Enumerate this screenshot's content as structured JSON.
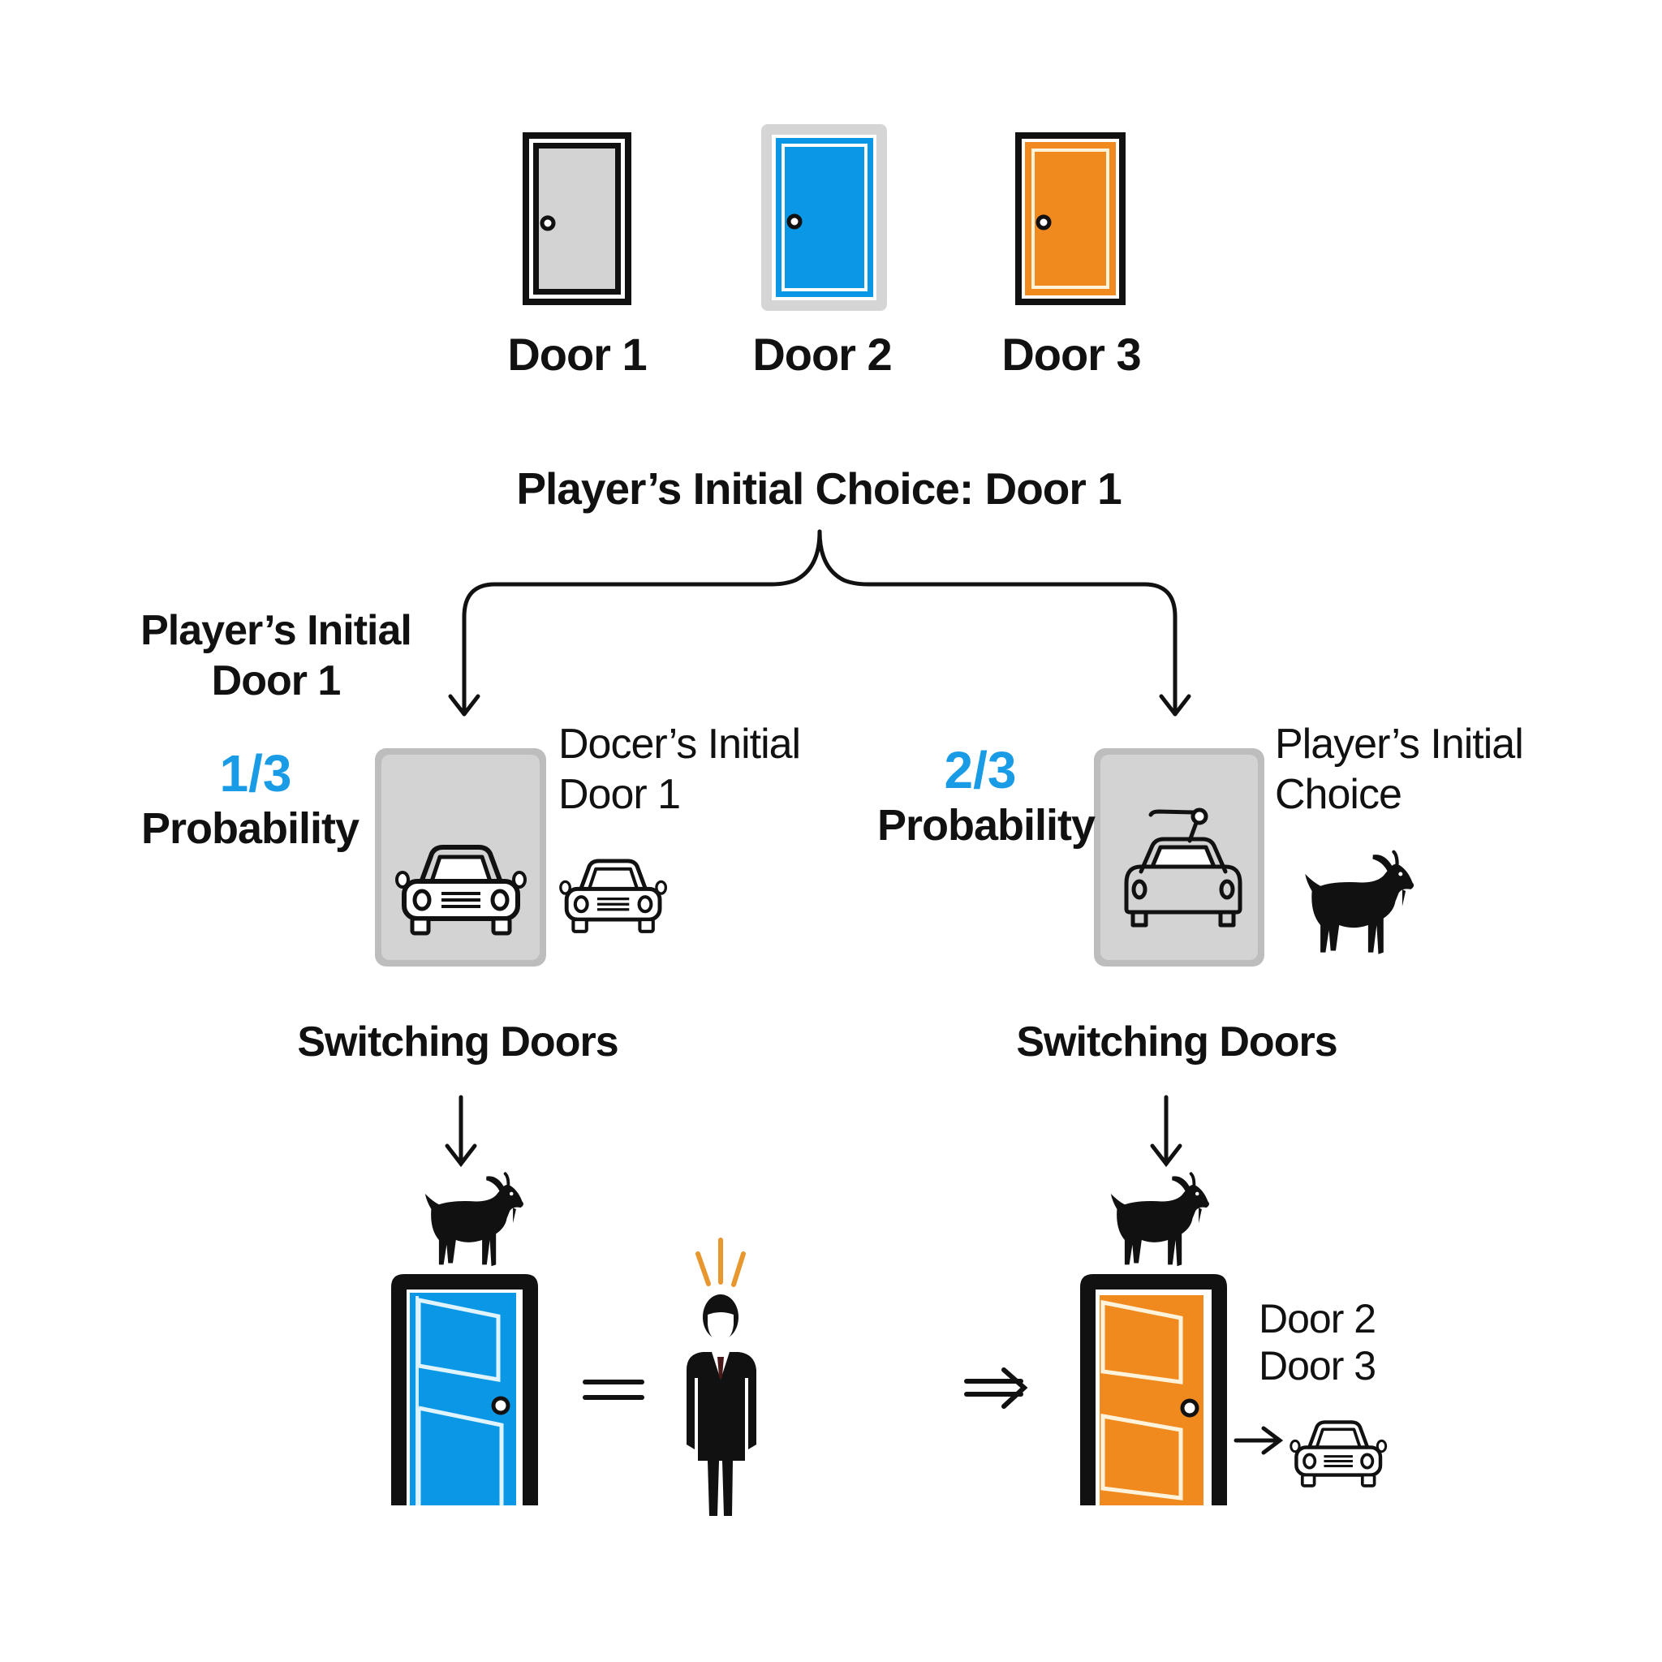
{
  "colors": {
    "blue": "#0A97E6",
    "orange": "#F08A1E",
    "gray_door": "#D3D3D3",
    "panel_gray": "#D0D0D0",
    "ink": "#111111",
    "accent_text_blue": "#1A9BE6"
  },
  "top_doors": [
    {
      "label": "Door 1",
      "color": "gray"
    },
    {
      "label": "Door 2",
      "color": "blue"
    },
    {
      "label": "Door 3",
      "color": "orange"
    }
  ],
  "title": "Player’s Initial Choice: Door 1",
  "left_branch": {
    "heading_line1": "Player’s Initial",
    "heading_line2": "Door 1",
    "probability": "1/3",
    "probability_word": "Probability",
    "side_note_line1": "Docer’s Initial",
    "side_note_line2": "Door 1",
    "panel_icon": "car-icon",
    "side_icon": "car-icon",
    "switch_label": "Switching Doors",
    "result_door_color": "blue",
    "result_icon_top": "goat-icon",
    "equals_symbol": "=",
    "result_figure": "surprised-businessman-icon"
  },
  "right_branch": {
    "probability": "2/3",
    "probability_word": "Probability",
    "side_note_line1": "Player’s Initial",
    "side_note_line2": "Choice",
    "panel_icon": "car-with-antenna-icon",
    "side_icon": "goat-icon",
    "switch_label": "Switching Doors",
    "implies_symbol": "⇒",
    "result_door_color": "orange",
    "result_icon_top": "goat-icon",
    "result_note_line1": "Door 2",
    "result_note_line2": "Door 3",
    "result_icon_side": "car-icon"
  }
}
